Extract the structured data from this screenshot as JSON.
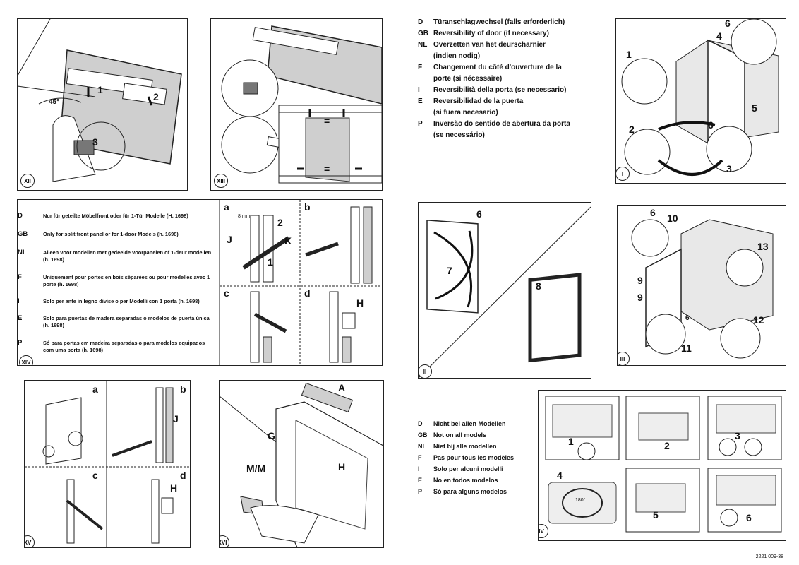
{
  "panels": {
    "XII": {
      "label": "XII",
      "steps": [
        "1",
        "2",
        "3"
      ],
      "angle": "45°"
    },
    "XIII": {
      "label": "XIII",
      "eq": [
        "=",
        "="
      ]
    },
    "XIV": {
      "label": "XIV",
      "cells": [
        "a",
        "b",
        "c",
        "d"
      ],
      "marks": {
        "J": "J",
        "K": "K",
        "n1": "1",
        "n2": "2",
        "H": "H",
        "mm": "8 mm"
      }
    },
    "XV": {
      "label": "XV",
      "cells": [
        "a",
        "b",
        "c",
        "d"
      ],
      "marks": {
        "J": "J",
        "H": "H"
      }
    },
    "XVI": {
      "label": "XVI",
      "marks": {
        "A": "A",
        "G": "G",
        "H": "H",
        "MM": "M/M"
      }
    },
    "I": {
      "label": "I",
      "steps": [
        "1",
        "2",
        "3",
        "4",
        "5",
        "6",
        "6"
      ]
    },
    "II": {
      "label": "II",
      "steps": [
        "6",
        "7",
        "8"
      ]
    },
    "III": {
      "label": "III",
      "steps": [
        "6",
        "10",
        "13",
        "9",
        "9",
        "6",
        "11",
        "12"
      ]
    },
    "IV": {
      "label": "IV",
      "steps": [
        "1",
        "2",
        "3",
        "4",
        "5",
        "6"
      ],
      "rotation": "180°"
    }
  },
  "door_reversal": [
    {
      "code": "D",
      "text": "Türanschlagwechsel (falls erforderlich)"
    },
    {
      "code": "GB",
      "text": "Reversibility of door (if necessary)"
    },
    {
      "code": "NL",
      "text": "Overzetten van het deurscharnier"
    },
    {
      "code": "",
      "text": "(indien nodig)"
    },
    {
      "code": "F",
      "text": "Changement du côté d'ouverture de la"
    },
    {
      "code": "",
      "text": "porte (si nécessaire)"
    },
    {
      "code": "I",
      "text": "Reversibilità della porta (se necessario)"
    },
    {
      "code": "E",
      "text": "Reversibilidad de la puerta"
    },
    {
      "code": "",
      "text": "(si fuera necesario)"
    },
    {
      "code": "P",
      "text": "Inversão do sentido de abertura da porta"
    },
    {
      "code": "",
      "text": "(se necessário)"
    }
  ],
  "split_front": [
    {
      "code": "D",
      "text": "Nur für geteilte Möbelfront oder für 1-Tür Modelle (H. 1698)"
    },
    {
      "code": "GB",
      "text": "Only for split front panel or for 1-door Models (h. 1698)"
    },
    {
      "code": "NL",
      "text": "Alleen voor modellen met gedeelde voorpanelen of 1-deur modellen (h. 1698)"
    },
    {
      "code": "F",
      "text": "Uniquement pour portes en bois séparées ou pour modelles avec 1 porte (h. 1698)"
    },
    {
      "code": "I",
      "text": "Solo per ante in legno divise o per Modelli con 1 porta (h. 1698)"
    },
    {
      "code": "E",
      "text": "Solo para puertas de madera separadas o modelos de puerta única (h. 1698)"
    },
    {
      "code": "P",
      "text": "Só para portas em madeira separadas o para modelos equipados com uma porta (h. 1698)"
    }
  ],
  "not_all_models": [
    {
      "code": "D",
      "text": "Nicht bei allen Modellen"
    },
    {
      "code": "GB",
      "text": "Not on all models"
    },
    {
      "code": "NL",
      "text": "Niet bij alle modellen"
    },
    {
      "code": "F",
      "text": "Pas pour tous les modèles"
    },
    {
      "code": "I",
      "text": "Solo per alcuni modelli"
    },
    {
      "code": "E",
      "text": "No en todos modelos"
    },
    {
      "code": "P",
      "text": "Só para alguns modelos"
    }
  ],
  "doc_ref": "2221 009-38"
}
